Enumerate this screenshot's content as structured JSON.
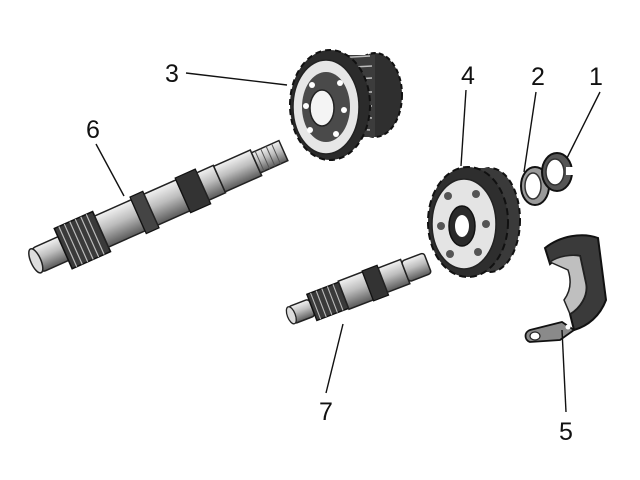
{
  "diagram": {
    "callouts": [
      {
        "id": "1",
        "label": "1"
      },
      {
        "id": "2",
        "label": "2"
      },
      {
        "id": "3",
        "label": "3"
      },
      {
        "id": "4",
        "label": "4"
      },
      {
        "id": "5",
        "label": "5"
      },
      {
        "id": "6",
        "label": "6"
      },
      {
        "id": "7",
        "label": "7"
      }
    ],
    "colors": {
      "ink": "#111111",
      "dark": "#2a2a2a",
      "mid": "#8c8c8c",
      "light": "#d9d9d9",
      "paper": "#ffffff"
    }
  }
}
